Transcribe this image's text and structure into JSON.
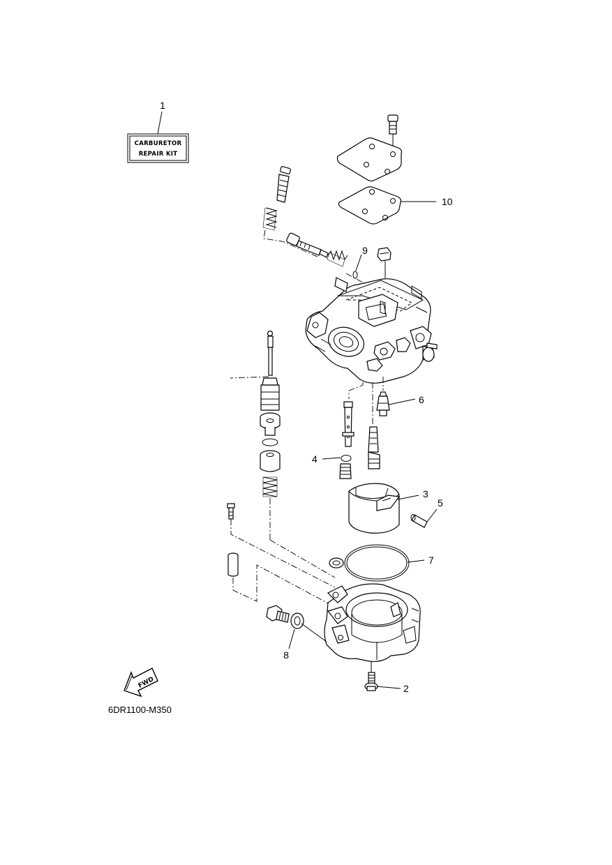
{
  "kit_label": {
    "line1": "CARBURETOR",
    "line2": "REPAIR KIT"
  },
  "fwd_label": "FWD",
  "diagram_code": "6DR1100-M350",
  "callouts": [
    {
      "id": "1",
      "text": "1"
    },
    {
      "id": "2",
      "text": "2"
    },
    {
      "id": "3",
      "text": "3"
    },
    {
      "id": "4",
      "text": "4"
    },
    {
      "id": "5",
      "text": "5"
    },
    {
      "id": "6",
      "text": "6"
    },
    {
      "id": "7",
      "text": "7"
    },
    {
      "id": "8",
      "text": "8"
    },
    {
      "id": "9",
      "text": "9"
    },
    {
      "id": "10",
      "text": "10"
    }
  ]
}
